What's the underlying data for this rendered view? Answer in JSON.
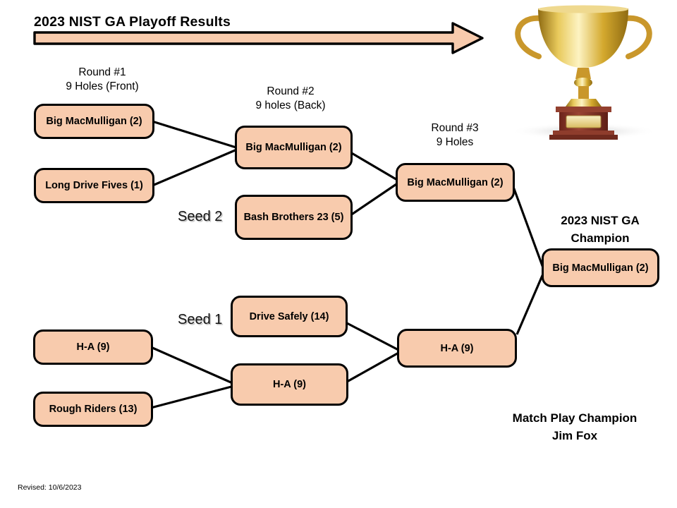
{
  "slide": {
    "title": "2023 NIST GA Playoff Results",
    "revised": "Revised: 10/6/2023"
  },
  "colors": {
    "box_fill": "#F8CBAD",
    "box_border": "#000000",
    "arrow_fill": "#F8CBAD",
    "line_color": "#000000",
    "trophy_gold": "#D2A02C",
    "trophy_wood": "#7E2F22"
  },
  "labels": {
    "round1": {
      "line1": "Round #1",
      "line2": "9 Holes (Front)"
    },
    "round2": {
      "line1": "Round #2",
      "line2": "9 holes (Back)"
    },
    "round3": {
      "line1": "Round #3",
      "line2": "9 Holes"
    },
    "seed1": "Seed 1",
    "seed2": "Seed 2",
    "champion_title": {
      "line1": "2023 NIST GA",
      "line2": "Champion"
    },
    "match_play": {
      "line1": "Match Play Champion",
      "line2": "Jim Fox"
    }
  },
  "bracket": {
    "upper": {
      "round1": [
        "Big MacMulligan (2)",
        "Long Drive Fives (1)"
      ],
      "round2_winner": "Big MacMulligan (2)",
      "round2_seed": "Bash Brothers 23 (5)",
      "round3_winner": "Big MacMulligan (2)"
    },
    "lower": {
      "round1": [
        "H-A (9)",
        "Rough Riders (13)"
      ],
      "round2_seed": "Drive Safely (14)",
      "round2_winner": "H-A (9)",
      "round3_winner": "H-A (9)"
    },
    "champion": "Big MacMulligan (2)"
  },
  "icons": {
    "trophy": "trophy-icon"
  }
}
